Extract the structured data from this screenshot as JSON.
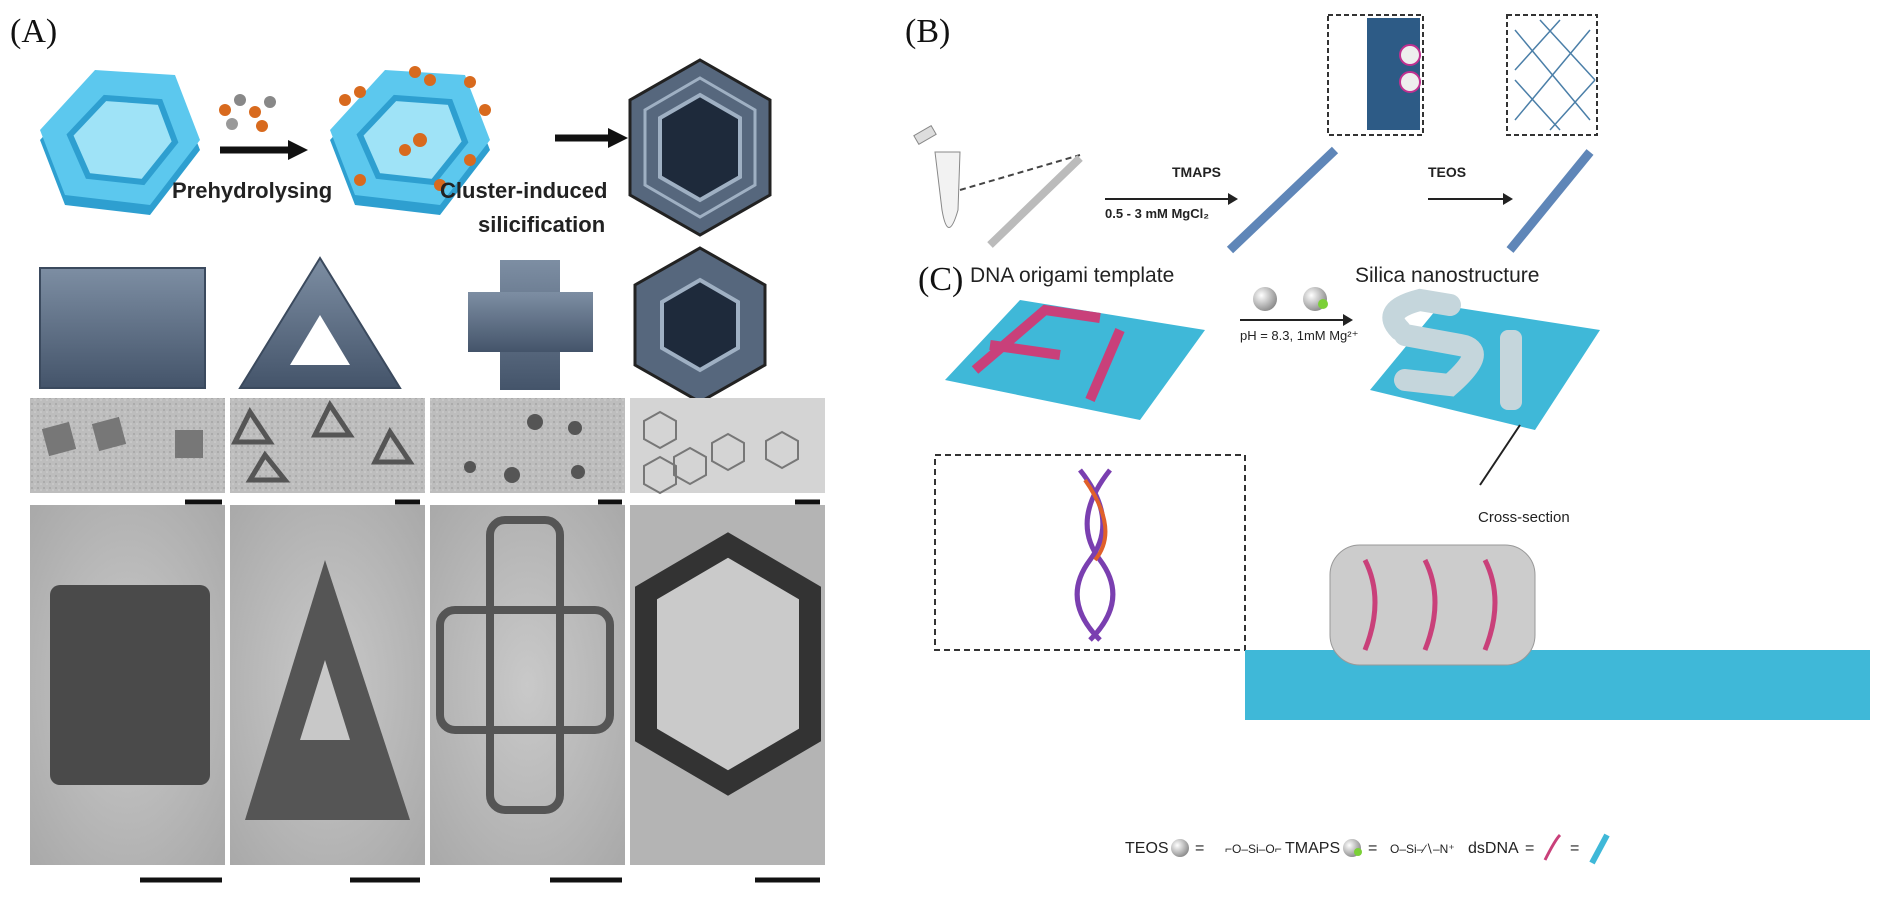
{
  "panels": {
    "a": {
      "label": "(A)",
      "step1": "Prehydrolysing",
      "step2_line1": "Cluster-induced",
      "step2_line2": "silicification"
    },
    "b": {
      "label": "(B)",
      "reagent1": "TMAPS",
      "condition": "0.5 - 3 mM MgCl₂",
      "reagent2": "TEOS"
    },
    "c": {
      "label": "(C)",
      "left_title": "DNA origami template",
      "right_title": "Silica nanostructure",
      "condition": "pH = 8.3,  1mM Mg²⁺",
      "cross_section": "Cross-section",
      "legend": {
        "teos": "TEOS",
        "tmaps": "TMAPS",
        "dsdna": "dsDNA",
        "eq": "="
      }
    }
  },
  "colors": {
    "dna_blue": "#3fb8d8",
    "silica_gray": "#6d7f94",
    "orange": "#d86a1e",
    "rod_blue": "#5f86b8"
  }
}
